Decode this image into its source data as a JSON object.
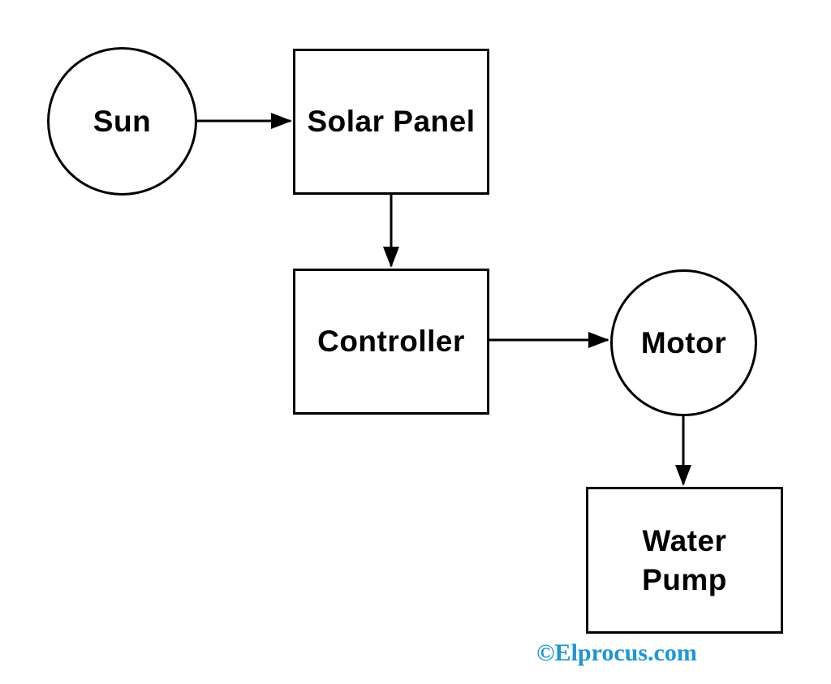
{
  "diagram": {
    "type": "block-diagram",
    "background_color": "#ffffff",
    "stroke_color": "#000000",
    "nodes": {
      "sun": {
        "label": "Sun",
        "shape": "circle"
      },
      "solar_panel": {
        "label": "Solar Panel",
        "shape": "rectangle"
      },
      "controller": {
        "label": "Controller",
        "shape": "rectangle"
      },
      "motor": {
        "label": "Motor",
        "shape": "circle"
      },
      "water_pump": {
        "label": "Water Pump",
        "shape": "rectangle"
      }
    },
    "edges": [
      {
        "from": "sun",
        "to": "solar_panel",
        "direction": "right"
      },
      {
        "from": "solar_panel",
        "to": "controller",
        "direction": "down"
      },
      {
        "from": "controller",
        "to": "motor",
        "direction": "right"
      },
      {
        "from": "motor",
        "to": "water_pump",
        "direction": "down"
      }
    ],
    "watermark": {
      "text": "©Elprocus.com",
      "color": "#1e96d2"
    }
  }
}
